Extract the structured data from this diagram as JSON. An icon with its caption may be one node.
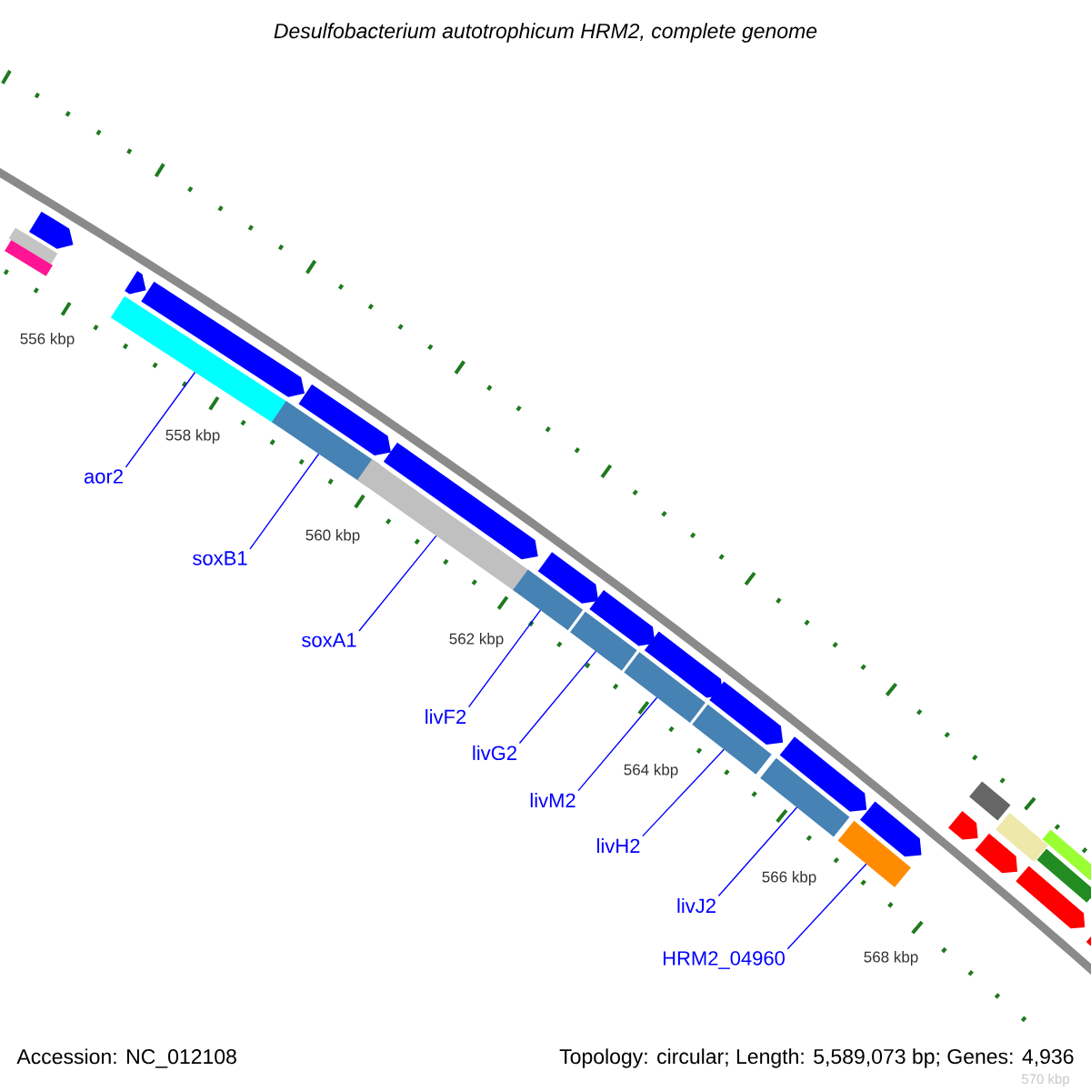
{
  "diagram": {
    "title": "Desulfobacterium autotrophicum HRM2, complete genome",
    "nodes": [
      {
        "text": [
          "aor2"
        ]
      },
      {
        "text": [
          "soxB1"
        ]
      },
      {
        "text": [
          "soxA1"
        ]
      },
      {
        "text": [
          "livF2"
        ]
      },
      {
        "text": [
          "livG2"
        ]
      },
      {
        "text": [
          "livM2"
        ]
      },
      {
        "text": [
          "livH2"
        ]
      },
      {
        "text": [
          "livJ2"
        ]
      },
      {
        "text": [
          "HRM2_04960"
        ]
      },
      {
        "text": [],
        "shape": "bar"
      },
      {
        "text": [],
        "shape": "bar"
      },
      {
        "text": [],
        "shape": "bar"
      },
      {
        "text": [],
        "shape": "bar"
      },
      {
        "text": [],
        "shape": "bar"
      },
      {
        "text": [],
        "shape": "bar"
      },
      {
        "text": [],
        "shape": "bar"
      },
      {
        "text": [],
        "shape": "bar"
      },
      {
        "text": [],
        "shape": "bar"
      },
      {
        "text": [],
        "shape": "pentagon"
      },
      {
        "text": [],
        "shape": "pentagon"
      },
      {
        "text": [],
        "shape": "pentagon"
      },
      {
        "text": [],
        "shape": "pentagon"
      },
      {
        "text": [],
        "shape": "pentagon"
      },
      {
        "text": [],
        "shape": "pentagon"
      },
      {
        "text": [],
        "shape": "pentagon"
      },
      {
        "text": [],
        "shape": "pentagon"
      },
      {
        "text": [],
        "shape": "pentagon"
      },
      {
        "text": [],
        "shape": "pentagon"
      },
      {
        "text": [],
        "shape": "pentagon"
      },
      {
        "text": [],
        "shape": "bar"
      },
      {
        "text": [],
        "shape": "bar"
      },
      {
        "text": [],
        "shape": "bar"
      },
      {
        "text": [],
        "shape": "bar"
      },
      {
        "text": [],
        "shape": "bar"
      },
      {
        "text": [],
        "shape": "bar"
      },
      {
        "text": [],
        "shape": "pentagon"
      },
      {
        "text": [],
        "shape": "pentagon"
      },
      {
        "text": [],
        "shape": "pentagon"
      },
      {
        "text": [],
        "shape": "pentagon"
      }
    ],
    "edges": [
      {
        "from": 0,
        "to": 9,
        "arrow": "none"
      },
      {
        "from": 1,
        "to": 10,
        "arrow": "none"
      },
      {
        "from": 2,
        "to": 11,
        "arrow": "none"
      },
      {
        "from": 3,
        "to": 12,
        "arrow": "none"
      },
      {
        "from": 4,
        "to": 13,
        "arrow": "none"
      },
      {
        "from": 5,
        "to": 14,
        "arrow": "none"
      },
      {
        "from": 6,
        "to": 15,
        "arrow": "none"
      },
      {
        "from": 7,
        "to": 16,
        "arrow": "none"
      },
      {
        "from": 8,
        "to": 17,
        "arrow": "none"
      }
    ],
    "labels": [
      "556 kbp",
      "558 kbp",
      "560 kbp",
      "562 kbp",
      "564 kbp",
      "566 kbp",
      "568 kbp",
      "570 kbp",
      "Accession: NC_012108",
      "Topology: circular; Length: 5,589,073 bp; Genes: 4,936"
    ]
  }
}
